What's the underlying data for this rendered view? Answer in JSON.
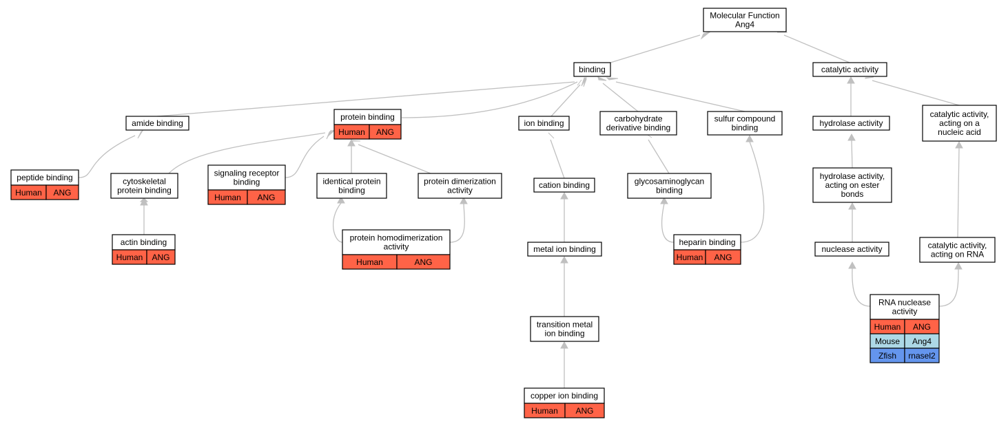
{
  "colors": {
    "human": "#ff6347",
    "mouse": "#add8e6",
    "zfish": "#6495ed",
    "edge": "#c0c0c0",
    "node_border": "#000000",
    "node_fill": "#ffffff"
  },
  "nodes": {
    "molecular_function": {
      "lines": [
        "Molecular Function",
        "Ang4"
      ]
    },
    "binding": {
      "lines": [
        "binding"
      ]
    },
    "catalytic_activity": {
      "lines": [
        "catalytic activity"
      ]
    },
    "amide_binding": {
      "lines": [
        "amide binding"
      ]
    },
    "protein_binding": {
      "lines": [
        "protein binding"
      ],
      "rows": [
        [
          "Human",
          "ANG"
        ]
      ]
    },
    "ion_binding": {
      "lines": [
        "ion binding"
      ]
    },
    "carbohydrate_derivative_binding": {
      "lines": [
        "carbohydrate",
        "derivative binding"
      ]
    },
    "sulfur_compound_binding": {
      "lines": [
        "sulfur compound",
        "binding"
      ]
    },
    "hydrolase_activity": {
      "lines": [
        "hydrolase activity"
      ]
    },
    "catalytic_activity_nucleic_acid": {
      "lines": [
        "catalytic activity,",
        "acting on a",
        "nucleic acid"
      ]
    },
    "peptide_binding": {
      "lines": [
        "peptide binding"
      ],
      "rows": [
        [
          "Human",
          "ANG"
        ]
      ]
    },
    "cytoskeletal_protein_binding": {
      "lines": [
        "cytoskeletal",
        "protein binding"
      ]
    },
    "signaling_receptor_binding": {
      "lines": [
        "signaling receptor",
        "binding"
      ],
      "rows": [
        [
          "Human",
          "ANG"
        ]
      ]
    },
    "identical_protein_binding": {
      "lines": [
        "identical protein",
        "binding"
      ]
    },
    "protein_dimerization_activity": {
      "lines": [
        "protein dimerization",
        "activity"
      ]
    },
    "cation_binding": {
      "lines": [
        "cation binding"
      ]
    },
    "glycosaminoglycan_binding": {
      "lines": [
        "glycosaminoglycan",
        "binding"
      ]
    },
    "hydrolase_activity_ester": {
      "lines": [
        "hydrolase activity,",
        "acting on ester",
        "bonds"
      ]
    },
    "actin_binding": {
      "lines": [
        "actin binding"
      ],
      "rows": [
        [
          "Human",
          "ANG"
        ]
      ]
    },
    "protein_homodimerization_activity": {
      "lines": [
        "protein homodimerization",
        "activity"
      ],
      "rows": [
        [
          "Human",
          "ANG"
        ]
      ]
    },
    "metal_ion_binding": {
      "lines": [
        "metal ion binding"
      ]
    },
    "heparin_binding": {
      "lines": [
        "heparin binding"
      ],
      "rows": [
        [
          "Human",
          "ANG"
        ]
      ]
    },
    "nuclease_activity": {
      "lines": [
        "nuclease activity"
      ]
    },
    "catalytic_activity_rna": {
      "lines": [
        "catalytic activity,",
        "acting on RNA"
      ]
    },
    "rna_nuclease_activity": {
      "lines": [
        "RNA nuclease",
        "activity"
      ],
      "rows": [
        [
          "Human",
          "ANG"
        ],
        [
          "Mouse",
          "Ang4"
        ],
        [
          "Zfish",
          "rnasel2"
        ]
      ]
    },
    "transition_metal_ion_binding": {
      "lines": [
        "transition metal",
        "ion binding"
      ]
    },
    "copper_ion_binding": {
      "lines": [
        "copper ion binding"
      ],
      "rows": [
        [
          "Human",
          "ANG"
        ]
      ]
    }
  }
}
